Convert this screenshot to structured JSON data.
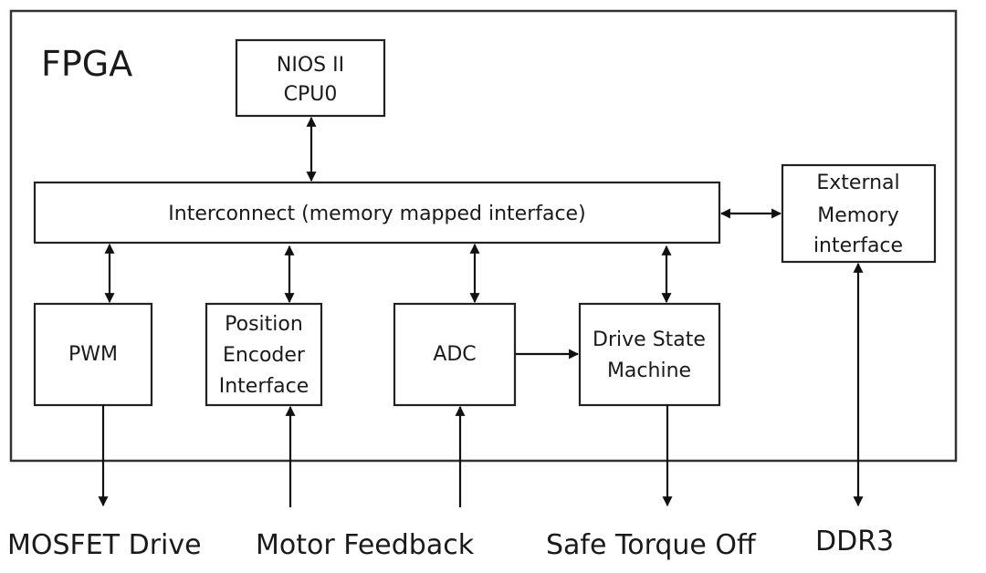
{
  "diagram": {
    "container": {
      "label": "FPGA"
    },
    "blocks": {
      "cpu": {
        "lines": [
          "NIOS II",
          "CPU0"
        ]
      },
      "interconnect": {
        "lines": [
          "Interconnect (memory mapped interface)"
        ]
      },
      "external_memory": {
        "lines": [
          "External",
          "Memory",
          "interface"
        ]
      },
      "pwm": {
        "lines": [
          "PWM"
        ]
      },
      "position_encoder": {
        "lines": [
          "Position",
          "Encoder",
          "Interface"
        ]
      },
      "adc": {
        "lines": [
          "ADC"
        ]
      },
      "drive_state_machine": {
        "lines": [
          "Drive State",
          "Machine"
        ]
      }
    },
    "external_signals": {
      "mosfet_drive": "MOSFET Drive",
      "motor_feedback": "Motor Feedback",
      "safe_torque_off": "Safe Torque Off",
      "ddr3": "DDR3"
    },
    "connections": [
      {
        "from": "cpu",
        "to": "interconnect",
        "direction": "bidirectional"
      },
      {
        "from": "interconnect",
        "to": "external_memory",
        "direction": "bidirectional"
      },
      {
        "from": "interconnect",
        "to": "pwm",
        "direction": "bidirectional"
      },
      {
        "from": "interconnect",
        "to": "position_encoder",
        "direction": "bidirectional"
      },
      {
        "from": "interconnect",
        "to": "adc",
        "direction": "bidirectional"
      },
      {
        "from": "interconnect",
        "to": "drive_state_machine",
        "direction": "bidirectional"
      },
      {
        "from": "adc",
        "to": "drive_state_machine",
        "direction": "forward"
      },
      {
        "from": "pwm",
        "to": "mosfet_drive",
        "direction": "forward"
      },
      {
        "from": "motor_feedback",
        "to": "position_encoder",
        "direction": "forward"
      },
      {
        "from": "motor_feedback",
        "to": "adc",
        "direction": "forward"
      },
      {
        "from": "drive_state_machine",
        "to": "safe_torque_off",
        "direction": "forward"
      },
      {
        "from": "external_memory",
        "to": "ddr3",
        "direction": "bidirectional"
      }
    ]
  }
}
